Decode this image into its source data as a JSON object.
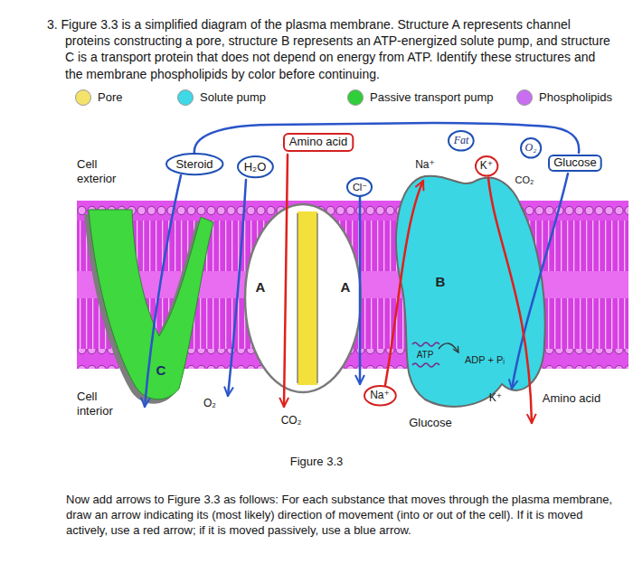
{
  "diagram": {
    "caption": "Figure 3.3",
    "nodes": [
      {
        "text": [
          "Steroid"
        ]
      },
      {
        "text": [
          "H₂O"
        ]
      },
      {
        "text": [
          "Amino acid"
        ]
      },
      {
        "text": [
          "Cl⁻"
        ]
      },
      {
        "text": [
          "Fat"
        ]
      },
      {
        "text": [
          "K⁺"
        ]
      },
      {
        "text": [
          "O₂"
        ]
      },
      {
        "text": [
          "Glucose"
        ]
      },
      {
        "text": [
          "C"
        ]
      },
      {
        "text": [
          "A",
          "A"
        ]
      },
      {
        "text": [
          "B",
          "ATP",
          "ADP + Pᵢ"
        ]
      },
      {
        "text": [
          "Na⁺"
        ]
      }
    ],
    "labels": [
      "3. Figure 3.3 is a simplified diagram of the plasma membrane. Structure A represents channel proteins constructing a pore, structure B represents an ATP-energized solute pump, and structure C is a transport protein that does not depend on energy from ATP. Identify these structures and the membrane phospholipids by color before continuing.",
      "Cell exterior",
      "Na⁺",
      "CO₂",
      "Cell interior",
      "O₂",
      "CO₂",
      "K⁺",
      "Glucose",
      "Amino acid",
      "Now add arrows to Figure 3.3 as follows: For each substance that moves through the plasma membrane, draw an arrow indicating its (most likely) direction of movement (into or out of the cell). If it is moved actively, use a red arrow; if it is moved passively, use a blue arrow."
    ],
    "legend": [
      {
        "text": "Pore",
        "color": "#f4e36a"
      },
      {
        "text": "Solute pump",
        "color": "#3fd8e6"
      },
      {
        "text": "Passive transport pump",
        "color": "#2fce3a"
      },
      {
        "text": "Phospholipids",
        "color": "#c86ef0"
      }
    ]
  }
}
